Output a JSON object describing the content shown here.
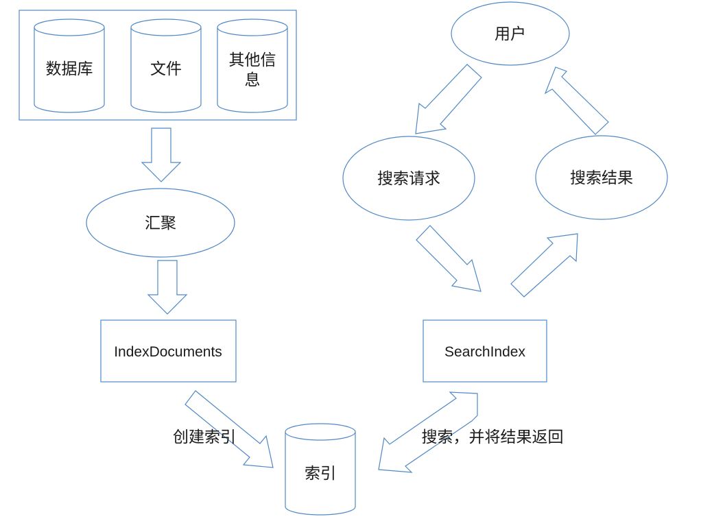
{
  "sources": {
    "database": "数据库",
    "file": "文件",
    "other_line1": "其他信",
    "other_line2": "息"
  },
  "aggregate": "汇聚",
  "index_documents": "IndexDocuments",
  "create_index": "创建索引",
  "index_store": "索引",
  "user": "用户",
  "search_request": "搜索请求",
  "search_result": "搜索结果",
  "search_index": "SearchIndex",
  "search_and_return": "搜索，并将结果返回",
  "colors": {
    "stroke": "#4f88c6",
    "fill": "#ffffff",
    "text": "#1a1a1a"
  }
}
